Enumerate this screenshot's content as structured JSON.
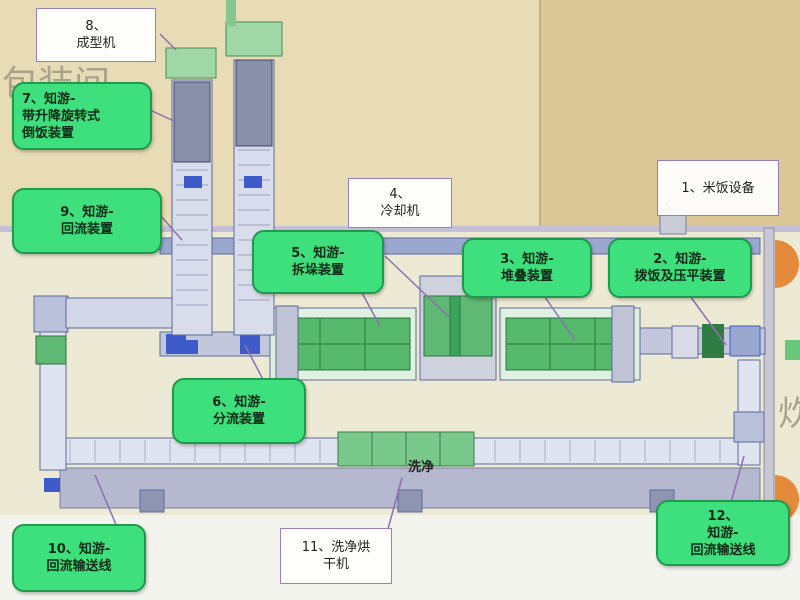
{
  "labels": {
    "l1": [
      "1、米饭设备"
    ],
    "l2": [
      "2、知游-",
      "拨饭及压平装置"
    ],
    "l3": [
      "3、知游-",
      "堆叠装置"
    ],
    "l4": [
      "4、",
      "冷却机"
    ],
    "l5": [
      "5、知游-",
      "拆垛装置"
    ],
    "l6": [
      "6、知游-",
      "分流装置"
    ],
    "l7": [
      "7、知游-",
      "带升降旋转式",
      "倒饭装置"
    ],
    "l8": [
      "8、",
      "成型机"
    ],
    "l9": [
      "9、知游-",
      "回流装置"
    ],
    "l10": [
      "10、知游-",
      "回流输送线"
    ],
    "l11": [
      "11、洗净烘",
      "干机"
    ],
    "l12": [
      "12、",
      "知游-",
      "回流输送线"
    ]
  },
  "wash_label": "洗净",
  "colors": {
    "callout_fill": "#3ee07e",
    "callout_border": "#1f9a4c",
    "frame_border": "#9b7fb7",
    "conveyor_blue": "#9aa7cf",
    "machine_green": "#3aa45c",
    "floor_tan": "#e3d6a8"
  }
}
